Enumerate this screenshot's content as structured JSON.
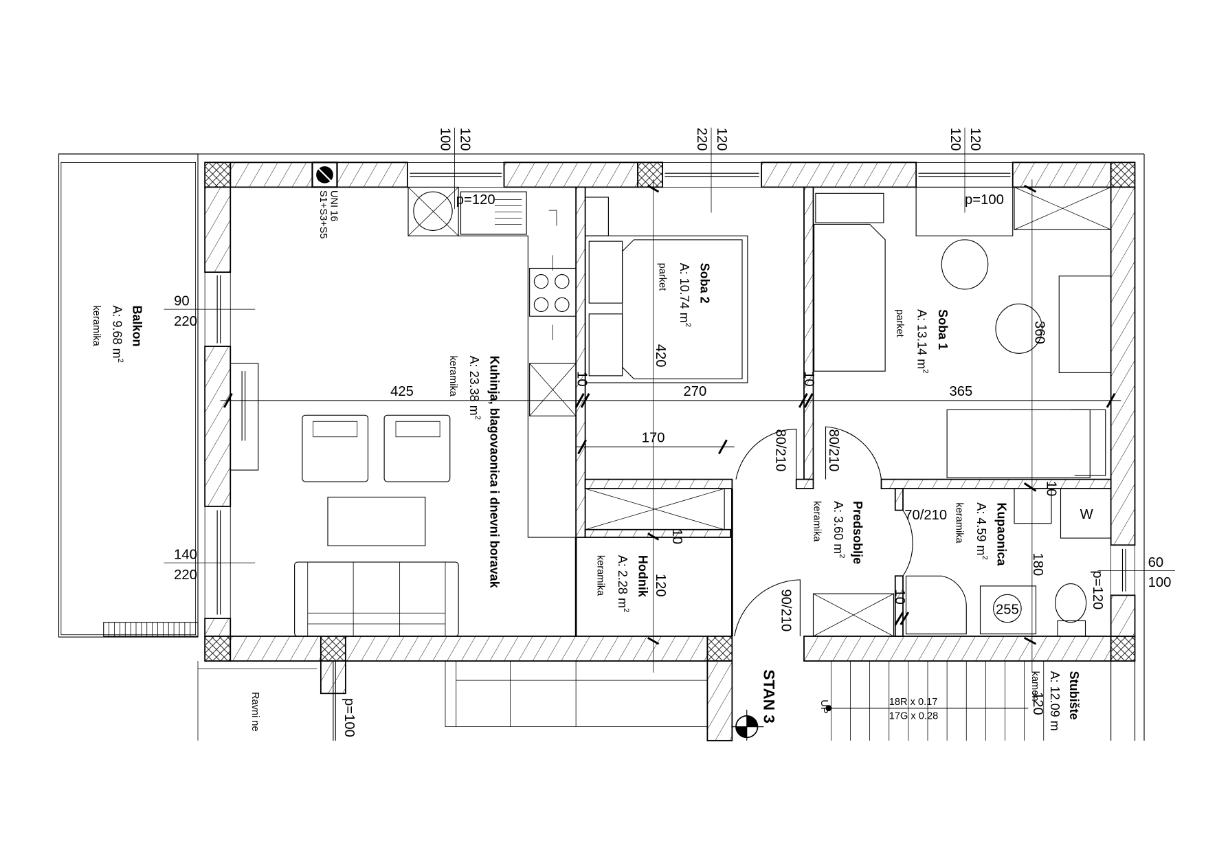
{
  "top_dimensions": [
    {
      "width": "100",
      "height": "120"
    },
    {
      "width": "220",
      "height": "120"
    },
    {
      "width": "120",
      "height": "120"
    }
  ],
  "side_windows": [
    {
      "width": "90",
      "height": "220"
    },
    {
      "width": "140",
      "height": "220"
    },
    {
      "width": "60",
      "height": "100"
    }
  ],
  "chimney": {
    "line1": "UNI 16",
    "line2": "S1+S3+S5"
  },
  "parapets": {
    "kitchen": "p=120",
    "soba1": "p=100",
    "bath": "p=120",
    "lower": "p=100"
  },
  "dimensions": {
    "kitchen_width": "425",
    "soba2_width": "270",
    "soba1_width": "365",
    "wall_a": "10",
    "wall_b": "10",
    "hall_len": "170",
    "soba2_depth": "420",
    "soba1_depth": "360",
    "hodnik_depth": "120",
    "bath_depth": "180",
    "stair_depth": "120",
    "wall_c": "10",
    "wall_d": "10",
    "wall_e": "10"
  },
  "doors": {
    "soba2": "80/210",
    "soba1": "80/210",
    "bath": "70/210",
    "entry": "90/210"
  },
  "fixtures": {
    "washbasin": "255",
    "washer": "W"
  },
  "rooms": {
    "balkon": {
      "name": "Balkon",
      "area": "A: 9.68",
      "unit": "m",
      "sup": "2",
      "floor": "keramika"
    },
    "kuhinja": {
      "name": "Kuhinja, blagovaonica i dnevni boravak",
      "area": "A: 23.38",
      "unit": "m",
      "sup": "2",
      "floor": "keramika"
    },
    "soba2": {
      "name": "Soba 2",
      "area": "A: 10.74",
      "unit": "m",
      "sup": "2",
      "floor": "parket"
    },
    "soba1": {
      "name": "Soba 1",
      "area": "A: 13.14",
      "unit": "m",
      "sup": "2",
      "floor": "parket"
    },
    "predsoblje": {
      "name": "Predsoblje",
      "area": "A: 3.60",
      "unit": "m",
      "sup": "2",
      "floor": "keramika"
    },
    "kupaonica": {
      "name": "Kupaonica",
      "area": "A: 4.59",
      "unit": "m",
      "sup": "2",
      "floor": "keramika"
    },
    "hodnik": {
      "name": "Hodnik",
      "area": "A: 2.28",
      "unit": "m",
      "sup": "2",
      "floor": "keramika"
    },
    "stubiste": {
      "name": "Stubište",
      "area": "A: 12.09",
      "unit": "m",
      "floor": "kamen"
    }
  },
  "unit_label": "STAN 3",
  "roof_label": "Ravni ne",
  "stairs": {
    "up": "UP",
    "risers": "18R x 0.17",
    "treads": "17G x 0.28"
  }
}
